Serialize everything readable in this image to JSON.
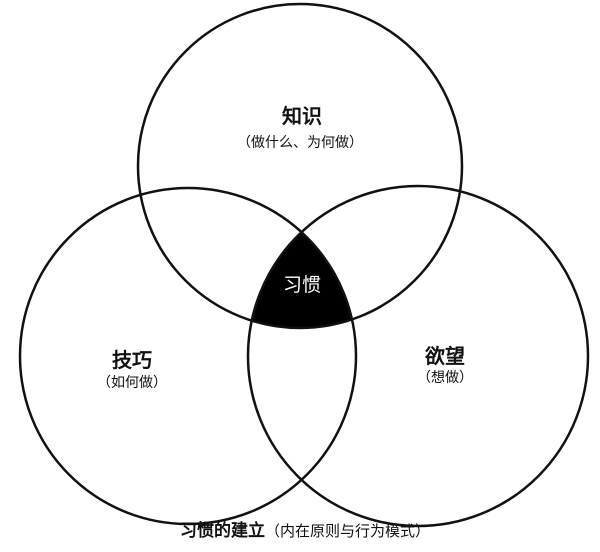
{
  "circles": {
    "knowledge": {
      "title": "知识",
      "subtitle": "（做什么、为何做）"
    },
    "skill": {
      "title": "技巧",
      "subtitle": "（如何做）"
    },
    "desire": {
      "title": "欲望",
      "subtitle": "（想做）"
    }
  },
  "center_label": "习惯",
  "caption": {
    "bold": "习惯的建立",
    "regular": "（内在原则与行为模式）"
  },
  "colors": {
    "stroke": "#111111",
    "fill": "#000000"
  }
}
